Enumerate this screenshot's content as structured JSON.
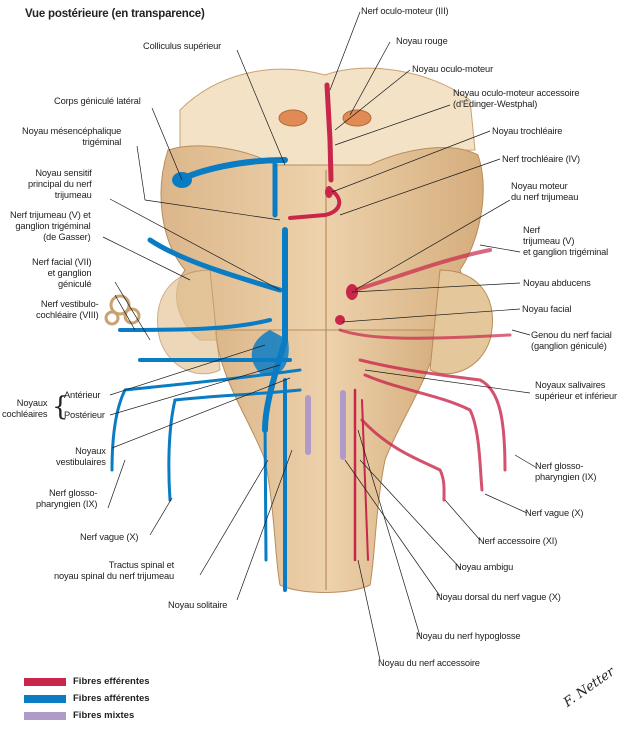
{
  "title": "Vue postérieure (en transparence)",
  "colors": {
    "efferent": "#c8274a",
    "afferent": "#0a7cc4",
    "mixed": "#b09ac8",
    "tissue": "#e8c9a0",
    "tissue_dark": "#c9a272",
    "leader": "#1a1a1a"
  },
  "labels_left": [
    {
      "id": "colliculus-superieur",
      "text": "Colliculus supérieur"
    },
    {
      "id": "corps-genicule-lateral",
      "text": "Corps géniculé latéral"
    },
    {
      "id": "noyau-mesencephalique",
      "text": "Noyau mésencéphalique\ntrigéminal"
    },
    {
      "id": "noyau-sensitif-principal",
      "text": "Noyau sensitif\nprincipal du nerf\ntrijumeau"
    },
    {
      "id": "nerf-trijumeau-gauche",
      "text": "Nerf trijumeau (V) et\nganglion trigéminal\n(de Gasser)"
    },
    {
      "id": "nerf-facial-gauche",
      "text": "Nerf facial (VII)\net ganglion\ngéniculé"
    },
    {
      "id": "nerf-vestibulo-cochleaire",
      "text": "Nerf vestibulo-\ncochléaire (VIII)"
    },
    {
      "id": "noyaux-cochleaires",
      "text": "Noyaux\ncochléaires"
    },
    {
      "id": "cochleaire-anterieur",
      "text": "Antérieur"
    },
    {
      "id": "cochleaire-posterieur",
      "text": "Postérieur"
    },
    {
      "id": "noyaux-vestibulaires",
      "text": "Noyaux\nvestibulaires"
    },
    {
      "id": "nerf-glosso-gauche",
      "text": "Nerf glosso-\npharyngien (IX)"
    },
    {
      "id": "nerf-vague-gauche",
      "text": "Nerf vague (X)"
    },
    {
      "id": "tractus-spinal",
      "text": "Tractus spinal et\nnoyau spinal du nerf trijumeau"
    },
    {
      "id": "noyau-solitaire",
      "text": "Noyau solitaire"
    }
  ],
  "labels_right": [
    {
      "id": "nerf-oculo-moteur",
      "text": "Nerf oculo-moteur (III)"
    },
    {
      "id": "noyau-rouge",
      "text": "Noyau rouge"
    },
    {
      "id": "noyau-oculo-moteur",
      "text": "Noyau oculo-moteur"
    },
    {
      "id": "noyau-oculo-moteur-accessoire",
      "text": "Noyau oculo-moteur accessoire\n(d’Édinger-Westphal)"
    },
    {
      "id": "noyau-trochleaire",
      "text": "Noyau trochléaire"
    },
    {
      "id": "nerf-trochleaire",
      "text": "Nerf trochléaire (IV)"
    },
    {
      "id": "noyau-moteur-trijumeau",
      "text": "Noyau moteur\ndu nerf trijumeau"
    },
    {
      "id": "nerf-trijumeau-droit",
      "text": "Nerf\ntrijumeau (V)\net ganglion trigéminal"
    },
    {
      "id": "noyau-abducens",
      "text": "Noyau abducens"
    },
    {
      "id": "noyau-facial",
      "text": "Noyau facial"
    },
    {
      "id": "genou-nerf-facial",
      "text": "Genou du nerf facial\n(ganglion géniculé)"
    },
    {
      "id": "noyaux-salivaires",
      "text": "Noyaux salivaires\nsupérieur et inférieur"
    },
    {
      "id": "nerf-glosso-droit",
      "text": "Nerf glosso-\npharyngien (IX)"
    },
    {
      "id": "nerf-vague-droit",
      "text": "Nerf vague (X)"
    },
    {
      "id": "nerf-accessoire",
      "text": "Nerf accessoire (XI)"
    },
    {
      "id": "noyau-ambigu",
      "text": "Noyau ambigu"
    },
    {
      "id": "noyau-dorsal-vague",
      "text": "Noyau dorsal du nerf vague (X)"
    },
    {
      "id": "noyau-hypoglosse",
      "text": "Noyau du nerf hypoglosse"
    },
    {
      "id": "noyau-nerf-accessoire",
      "text": "Noyau du nerf accessoire"
    }
  ],
  "legend": [
    {
      "label": "Fibres efférentes",
      "color": "#c8274a"
    },
    {
      "label": "Fibres afférentes",
      "color": "#0a7cc4"
    },
    {
      "label": "Fibres mixtes",
      "color": "#b09ac8"
    }
  ],
  "signature": "F. Netter"
}
